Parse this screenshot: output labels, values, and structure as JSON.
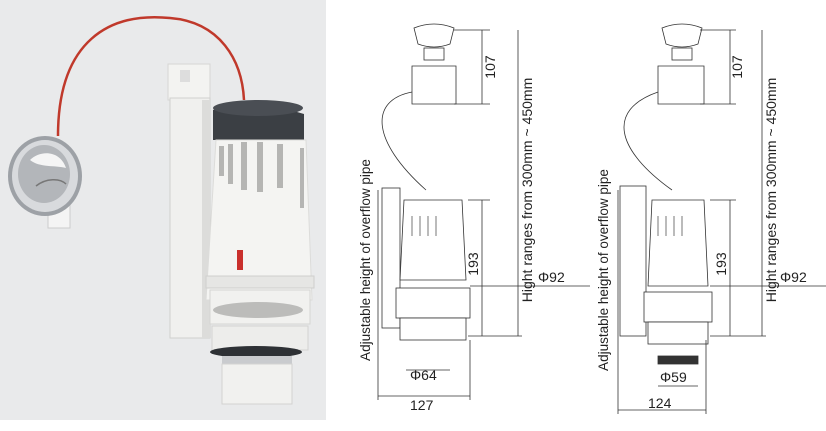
{
  "photo": {
    "subject": "dual flush valve with push button and cable",
    "colors": {
      "background": "#e9eaeb",
      "cable": "#c0392b",
      "cap": "#3b3f44",
      "body": "#f2f2f0",
      "button_chrome": "#b9bcc0"
    }
  },
  "diagrams": [
    {
      "id": "model-1",
      "labels": {
        "button_height": "107",
        "total_height": "Hight ranges from 300mm ~ 450mm",
        "overflow": "Adjustable height of overflow pipe",
        "valve_height": "193",
        "diameter_top": "Φ92",
        "diameter_outlet": "Φ64",
        "width": "127"
      }
    },
    {
      "id": "model-2",
      "labels": {
        "button_height": "107",
        "total_height": "Hight ranges from 300mm ~ 450mm",
        "overflow": "Adjustable height of overflow pipe",
        "valve_height": "193",
        "diameter_top": "Φ92",
        "diameter_outlet": "Φ59",
        "width": "124"
      }
    }
  ]
}
